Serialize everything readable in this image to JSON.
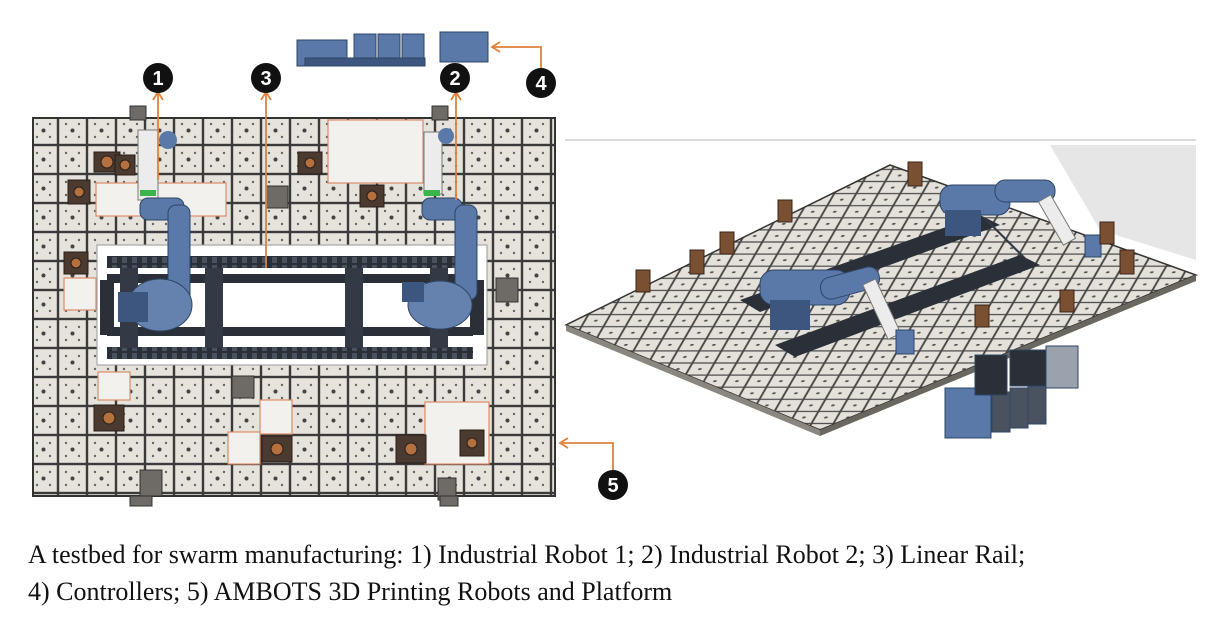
{
  "figure": {
    "markers": [
      "1",
      "2",
      "3",
      "4",
      "5"
    ]
  },
  "caption": {
    "line1": "A testbed for swarm manufacturing: 1) Industrial Robot 1; 2) Industrial Robot 2; 3) Linear Rail;",
    "line2": "4) Controllers; 5) AMBOTS 3D Printing Robots and Platform"
  },
  "colors": {
    "marker": "#111111",
    "arrow": "#e0813a",
    "robot": "#5a79a8",
    "rail": "#2a2f38",
    "tile": "#e6e3dc"
  }
}
